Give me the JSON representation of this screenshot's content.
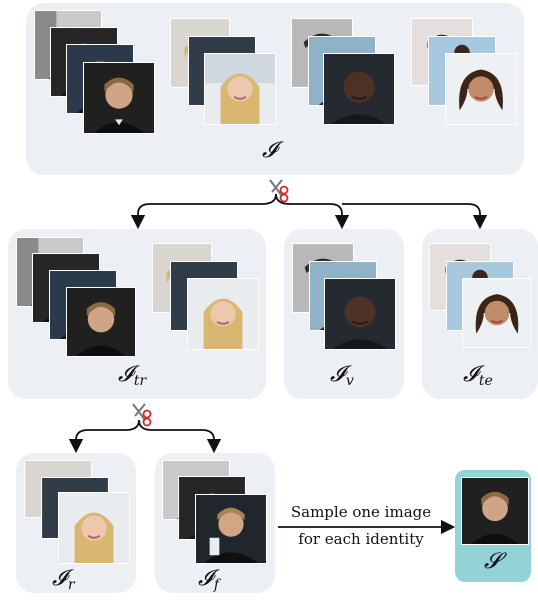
{
  "labels": {
    "all": {
      "main": "𝓘",
      "sub": ""
    },
    "train": {
      "main": "𝓘",
      "sub": "tr"
    },
    "val": {
      "main": "𝓘",
      "sub": "v"
    },
    "test": {
      "main": "𝓘",
      "sub": "te"
    },
    "retain": {
      "main": "𝓘",
      "sub": "r"
    },
    "forget": {
      "main": "𝓘",
      "sub": "f"
    },
    "sample": {
      "main": "𝓢",
      "sub": ""
    }
  },
  "arrow_caption": {
    "line1": "Sample one image",
    "line2": "for each identity"
  },
  "colors": {
    "panel": "#eceff3",
    "sample_panel": "#93d3d8",
    "arrow": "#111111",
    "scissors": "#d9262c"
  }
}
